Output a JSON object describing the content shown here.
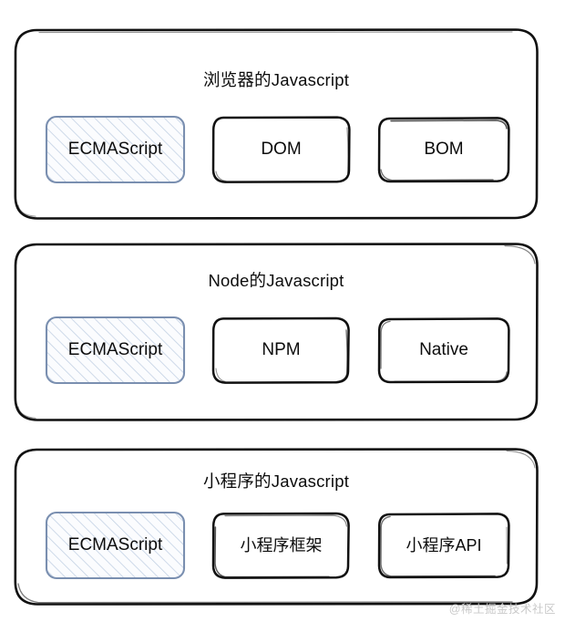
{
  "diagram": {
    "title_hidden": "",
    "style": {
      "stroke_color": "#111111",
      "highlight_border_color": "#7a8fb0",
      "highlight_hatch_color": "#c3d1e4",
      "highlight_fill_color": "#fbfcfe",
      "background_color": "#ffffff",
      "watermark_color": "#c9c9c9"
    },
    "panels": [
      {
        "id": "browser-javascript",
        "title": "浏览器的Javascript",
        "boxes": [
          {
            "id": "ecmascript",
            "label": "ECMAScript",
            "highlighted": true,
            "cjk": false
          },
          {
            "id": "dom",
            "label": "DOM",
            "highlighted": false,
            "cjk": false
          },
          {
            "id": "bom",
            "label": "BOM",
            "highlighted": false,
            "cjk": false
          }
        ]
      },
      {
        "id": "node-javascript",
        "title": "Node的Javascript",
        "boxes": [
          {
            "id": "ecmascript",
            "label": "ECMAScript",
            "highlighted": true,
            "cjk": false
          },
          {
            "id": "npm",
            "label": "NPM",
            "highlighted": false,
            "cjk": false
          },
          {
            "id": "native",
            "label": "Native",
            "highlighted": false,
            "cjk": false
          }
        ]
      },
      {
        "id": "miniprogram-javascript",
        "title": "小程序的Javascript",
        "boxes": [
          {
            "id": "ecmascript",
            "label": "ECMAScript",
            "highlighted": true,
            "cjk": false
          },
          {
            "id": "miniprogram-framework",
            "label": "小程序框架",
            "highlighted": false,
            "cjk": true
          },
          {
            "id": "miniprogram-api",
            "label": "小程序API",
            "highlighted": false,
            "cjk": true
          }
        ]
      }
    ],
    "watermark": "@稀土掘金技术社区"
  }
}
